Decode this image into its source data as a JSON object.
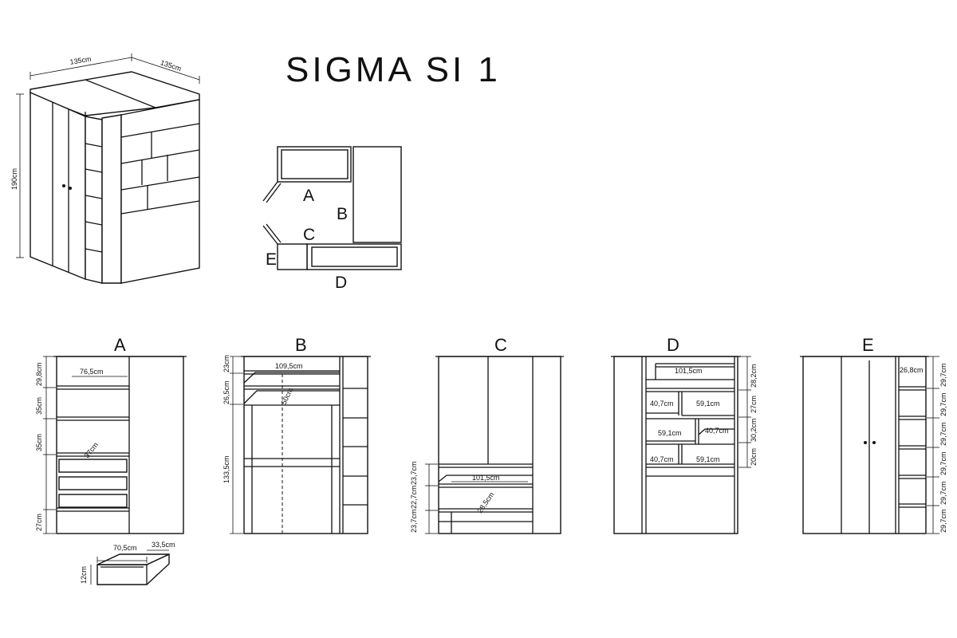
{
  "title": "SIGMA  SI  1",
  "iso": {
    "width_left": "135cm",
    "width_right": "135cm",
    "height": "190cm"
  },
  "plan": {
    "labels": {
      "a": "A",
      "b": "B",
      "c": "C",
      "d": "D",
      "e": "E"
    }
  },
  "views": {
    "a": {
      "label": "A",
      "width": "76,5cm",
      "diag": "37cm",
      "heights": [
        "29,8cm",
        "35cm",
        "35cm",
        "27cm"
      ]
    },
    "b": {
      "label": "B",
      "width": "109,5cm",
      "diag": "50cm",
      "heights": [
        "23cm",
        "26,5cm",
        "133,5cm"
      ]
    },
    "c": {
      "label": "C",
      "width": "101,5cm",
      "diag": "28,5cm",
      "heights": [
        "23,7cm",
        "22,7cm",
        "23,7cm"
      ]
    },
    "d": {
      "label": "D",
      "top_width": "101,5cm",
      "row1_left": "40,7cm",
      "row1_right": "59,1cm",
      "row2_left": "59,1cm",
      "row2_right": "40,7cm",
      "row3_left": "40,7cm",
      "row3_right": "59,1cm",
      "heights": [
        "28,2cm",
        "27cm",
        "30,2cm",
        "20cm"
      ]
    },
    "e": {
      "label": "E",
      "width": "26,8cm",
      "heights": [
        "29,7cm",
        "29,7cm",
        "29,7cm",
        "29,7cm",
        "29,7cm",
        "29,7cm"
      ]
    }
  },
  "drawer": {
    "width": "70,5cm",
    "depth": "33,5cm",
    "height": "12cm"
  }
}
